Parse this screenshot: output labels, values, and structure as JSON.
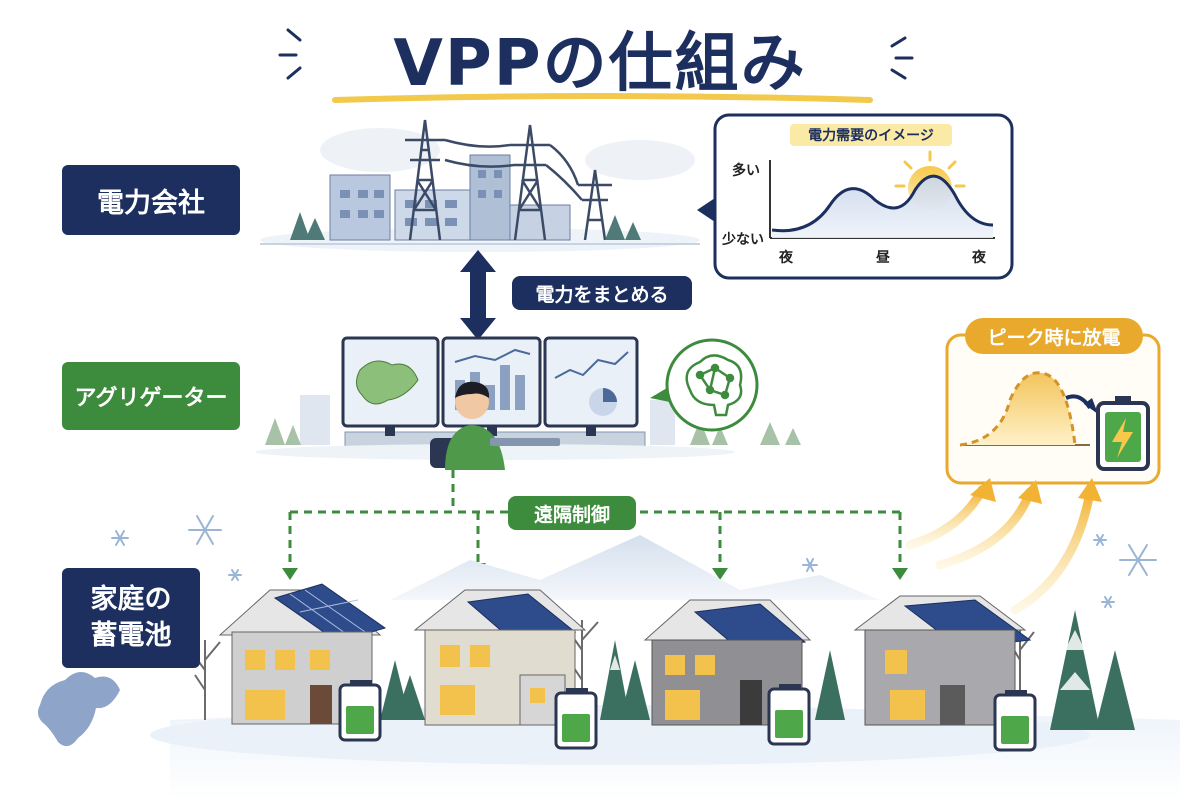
{
  "title": "VPPの仕組み",
  "labels": {
    "power_company": "電力会社",
    "aggregator": "アグリゲーター",
    "home_battery_line1": "家庭の",
    "home_battery_line2": "蓄電池"
  },
  "arrows": {
    "aggregate_power": "電力をまとめる",
    "remote_control": "遠隔制御"
  },
  "demand_chart": {
    "title": "電力需要のイメージ",
    "y_high": "多い",
    "y_low": "少ない",
    "x_left": "夜",
    "x_mid": "昼",
    "x_right": "夜"
  },
  "peak_discharge": {
    "title": "ピーク時に放電"
  },
  "colors": {
    "navy": "#1c2f5e",
    "green": "#3d8b3d",
    "amber": "#e8a92c",
    "dashed_green": "#3d8b3d"
  },
  "icons": [
    "lightning-icon",
    "brain-network-icon",
    "snowflake-icon",
    "battery-icon",
    "solar-panel-icon",
    "transmission-tower-icon"
  ]
}
